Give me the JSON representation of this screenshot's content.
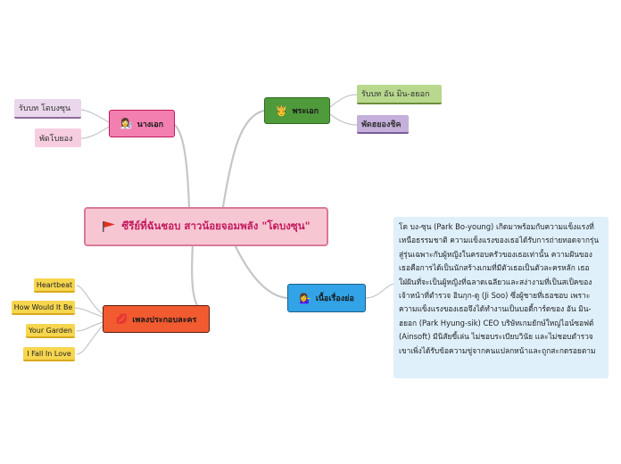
{
  "root": {
    "title": "ซีรีย์ที่ฉันชอบ สาวน้อยจอมพลัง \"โดบงซุน\"",
    "icon": "red-flag-icon"
  },
  "heroine": {
    "label": "นางเอก",
    "icon": "woman-emoji-icon",
    "children": [
      {
        "text": "รับบท โดบงซุน"
      },
      {
        "text": "พัดโบยอง"
      }
    ]
  },
  "hero": {
    "label": "พระเอก",
    "icon": "man-emoji-icon",
    "children": [
      {
        "text": "รับบท อัน มิน-ฮยอก"
      },
      {
        "text": "พัดฮยองชิค"
      }
    ]
  },
  "songs": {
    "label": "เพลงประกอบละคร",
    "icon": "lips-emoji-icon",
    "children": [
      {
        "text": "Heartbeat"
      },
      {
        "text": "How Would It Be"
      },
      {
        "text": "Your Garden"
      },
      {
        "text": "I Fall In Love"
      }
    ]
  },
  "story": {
    "label": "เนื้อเรื่องย่อ",
    "icon": "woman-tipping-hand-emoji-icon",
    "description": "โด บง-ซุน (Park Bo-young) เกิดมาพร้อมกับความแข็งแรงที่เหนือธรรมชาติ ความแข็งแรงของเธอได้รับการถ่ายทอดจากรุ่นสู่รุ่นเฉพาะกับผู้หญิงในครอบครัวของเธอเท่านั้น ความฝันของเธอคือการได้เป็นนักสร้างเกมที่มีตัวเธอเป็นตัวละครหลัก เธอใฝ่ฝันที่จะเป็นผู้หญิงที่ฉลาดเฉลียวและสง่างามที่เป็นสเป็คของ เจ้าหน้าที่ตำรวจ อินกุก-ดู (Ji Soo) ซึ่งผู้ชายที่เธอชอบ เพราะความแข็งแรงของเธอจึงได้ทำงานเป็นบอดี้การ์ดของ อัน มิน-ฮยอก (Park Hyung-sik) CEO บริษัทเกมยักษ์ใหญ่ไอน์ซอฟต์ (Ainsoft) มีนิสัยขี้เล่น ไม่ชอบระเบียบวินัย และไม่ชอบตำรวจ เขาเพิ่งได้รับข้อความขู่จากคนแปลกหน้าและถูกสะกดรอยตาม"
  },
  "colors": {
    "heroine": "#f27fb0",
    "hero": "#4f9a3b",
    "songs": "#f25a30",
    "story": "#32a3e6",
    "branch_line": "#c3c7cb"
  }
}
